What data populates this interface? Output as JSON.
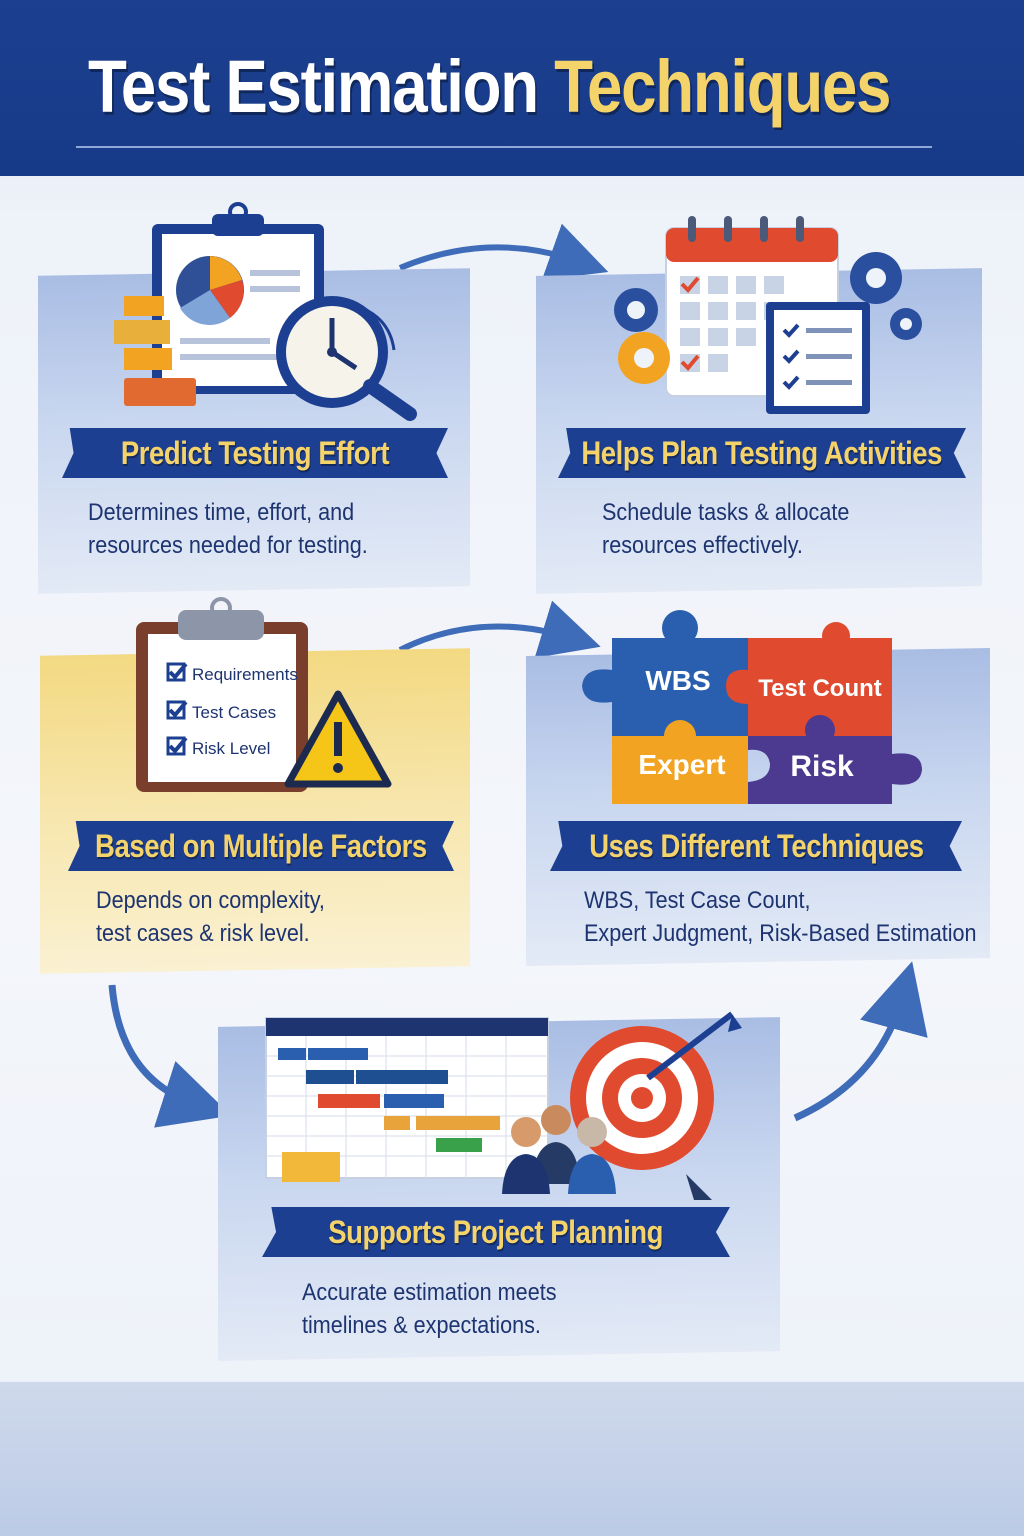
{
  "title": {
    "main": "Test Estimation ",
    "accent": "Techniques"
  },
  "cards": [
    {
      "heading": "Predict Testing Effort",
      "lines": [
        "Determines time, effort, and",
        "resources needed for testing."
      ]
    },
    {
      "heading": "Helps Plan Testing Activities",
      "lines": [
        "Schedule tasks & allocate",
        "resources effectively."
      ]
    },
    {
      "heading": "Based on Multiple Factors",
      "lines": [
        "Depends on complexity,",
        "test cases & risk level."
      ]
    },
    {
      "heading": "Uses Different Techniques",
      "lines": [
        "WBS, Test Case Count,",
        "Expert Judgment, Risk-Based Estimation"
      ]
    },
    {
      "heading": "Supports Project Planning",
      "lines": [
        "Accurate estimation meets",
        "timelines & expectations."
      ]
    }
  ],
  "checklist": [
    "Requirements",
    "Test Cases",
    "Risk Level"
  ],
  "puzzle": [
    "WBS",
    "Test Count",
    "Expert",
    "Risk"
  ],
  "colors": {
    "navy": "#1d3f91",
    "gold": "#f5d36b",
    "red": "#e04a2f",
    "orange": "#f2a321",
    "purple": "#4b3a8f",
    "blue": "#2a5fb0"
  },
  "icons": [
    "clipboard-icon",
    "pie-chart-icon",
    "stopwatch-icon",
    "magnifier-icon",
    "calendar-icon",
    "gear-icon",
    "warning-icon",
    "puzzle-icon",
    "gantt-chart-icon",
    "target-icon",
    "team-icon",
    "arrow-icon"
  ]
}
